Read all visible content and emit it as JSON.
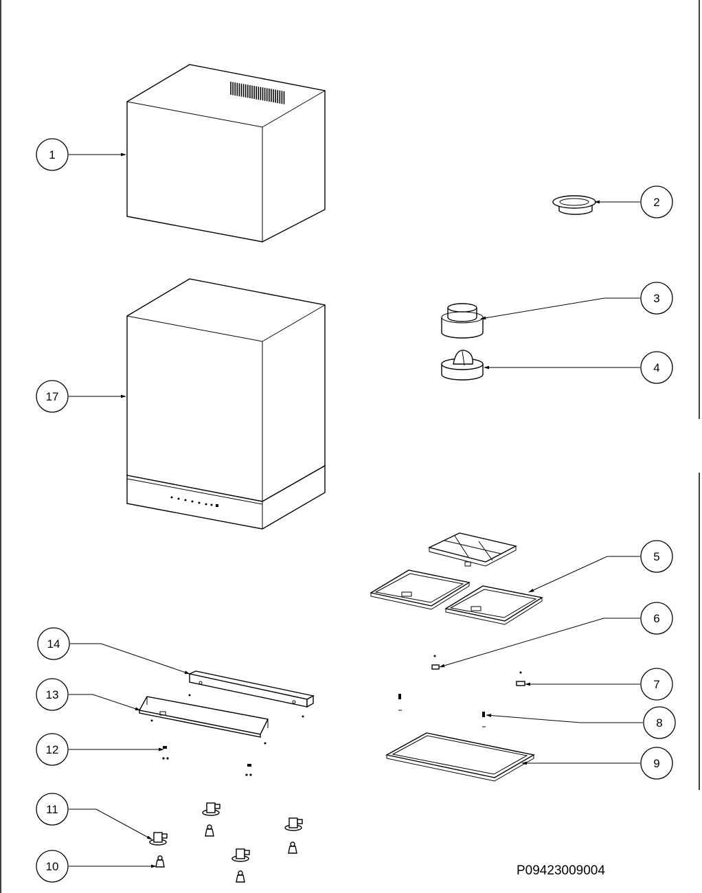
{
  "drawing_code": "P09423009004",
  "callouts": [
    {
      "id": "1",
      "label": "1"
    },
    {
      "id": "2",
      "label": "2"
    },
    {
      "id": "3",
      "label": "3"
    },
    {
      "id": "4",
      "label": "4"
    },
    {
      "id": "5",
      "label": "5"
    },
    {
      "id": "6",
      "label": "6"
    },
    {
      "id": "7",
      "label": "7"
    },
    {
      "id": "8",
      "label": "8"
    },
    {
      "id": "9",
      "label": "9"
    },
    {
      "id": "10",
      "label": "10"
    },
    {
      "id": "11",
      "label": "11"
    },
    {
      "id": "12",
      "label": "12"
    },
    {
      "id": "13",
      "label": "13"
    },
    {
      "id": "14",
      "label": "14"
    },
    {
      "id": "17",
      "label": "17"
    }
  ]
}
